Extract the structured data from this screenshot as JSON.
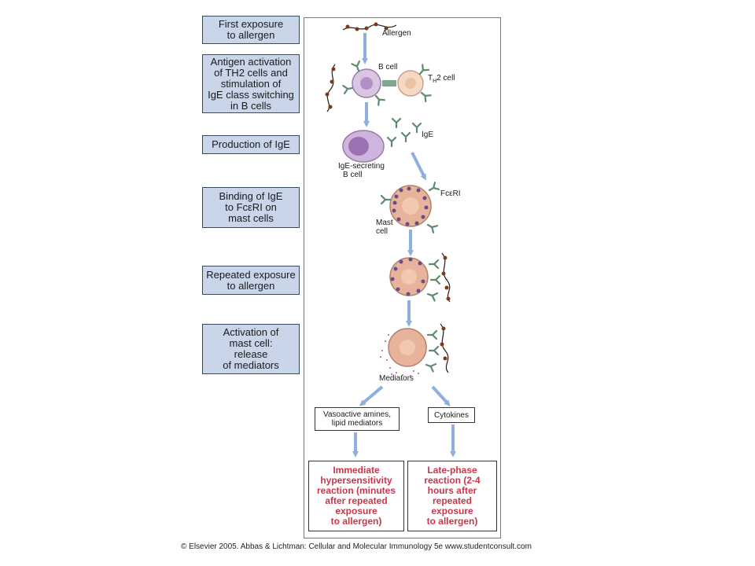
{
  "steps": [
    "First exposure\nto allergen",
    "Antigen activation\nof TH2 cells and\nstimulation of\nIgE class switching\nin B cells",
    "Production of IgE",
    "Binding of IgE\nto FcεRI on\nmast cells",
    "Repeated exposure\nto allergen",
    "Activation of\nmast cell:\nrelease\nof mediators"
  ],
  "labels": {
    "allergen": "Allergen",
    "b_cell": "B cell",
    "th2_cell_main": "T",
    "th2_cell_sub": "H",
    "th2_cell_rest": "2 cell",
    "ige": "IgE",
    "ige_secreting_1": "IgE-secreting",
    "ige_secreting_2": "B cell",
    "fceri": "FcεRI",
    "mast_1": "Mast",
    "mast_2": "cell",
    "mediators": "Mediators"
  },
  "mediator_boxes": {
    "left": "Vasoactive amines,\nlipid mediators",
    "right": "Cytokines"
  },
  "outcomes": {
    "left": "Immediate\nhypersensitivity\nreaction (minutes\nafter repeated\nexposure\nto allergen)",
    "right": "Late-phase\nreaction (2-4\nhours after\nrepeated\nexposure\nto allergen)"
  },
  "copyright": "© Elsevier 2005. Abbas & Lichtman: Cellular and Molecular Immunology 5e www.studentconsult.com",
  "colors": {
    "step_fill": "#c9d6ea",
    "arrow": "#8fb0dc",
    "outcome_text": "#c8374a",
    "mast_cell": "#e7b39a",
    "granule": "#6a4a8c",
    "b_cell": "#d9c6e3",
    "th2_cell": "#f3d9c6",
    "antibody": "#5e8a6e",
    "allergen_dot": "#7a3a1a"
  }
}
